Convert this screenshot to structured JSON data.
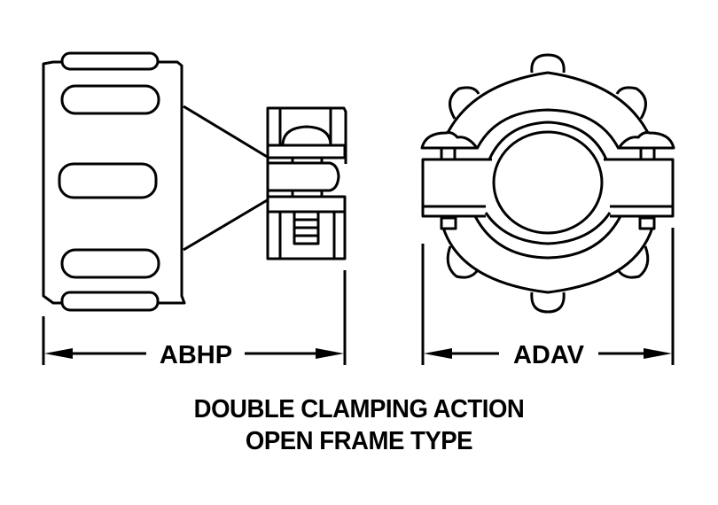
{
  "diagram": {
    "line_color": "#000000",
    "background": "#ffffff",
    "views": [
      {
        "name": "side-view",
        "description": "Side view of connector clamp body with knurled grip and open frame clamp"
      },
      {
        "name": "end-view",
        "description": "End view of double clamp ring with screws"
      }
    ],
    "dimensions": {
      "left": {
        "label": "ABHP"
      },
      "right": {
        "label": "ADAV"
      }
    },
    "caption": {
      "line1": "DOUBLE CLAMPING ACTION",
      "line2": "OPEN FRAME TYPE"
    }
  }
}
